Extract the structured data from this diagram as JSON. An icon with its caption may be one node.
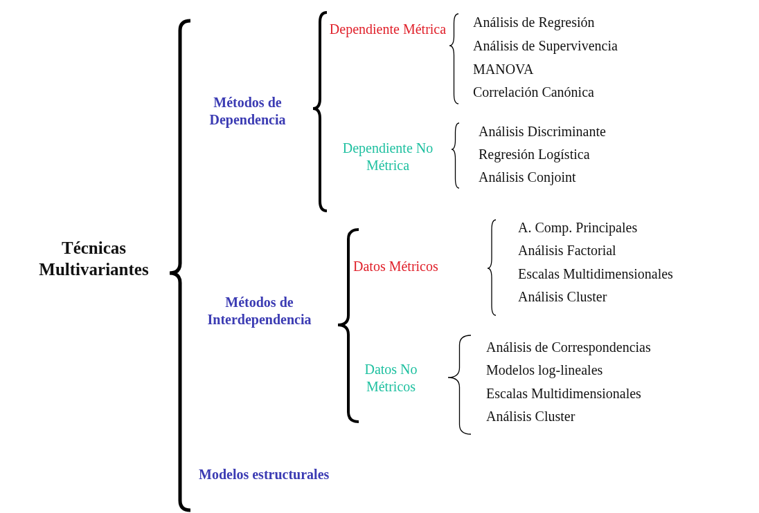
{
  "diagram": {
    "labels": [
      "Técnicas Multivariantes",
      "Métodos de Dependencia",
      "Dependiente Métrica",
      "Análisis de Regresión",
      "Análisis de Supervivencia",
      "MANOVA",
      "Correlación Canónica",
      "Dependiente No Métrica",
      "Análisis Discriminante",
      "Regresión Logística",
      "Análisis Conjoint",
      "Métodos de Interdependencia",
      "Datos Métricos",
      "A. Comp. Principales",
      "Análisis Factorial",
      "Escalas Multidimensionales",
      "Análisis Cluster",
      "Datos No Métricos",
      "Análisis de Correspondencias",
      "Modelos log-lineales",
      "Escalas Multidimensionales",
      "Análisis Cluster",
      "Modelos estructurales"
    ]
  }
}
